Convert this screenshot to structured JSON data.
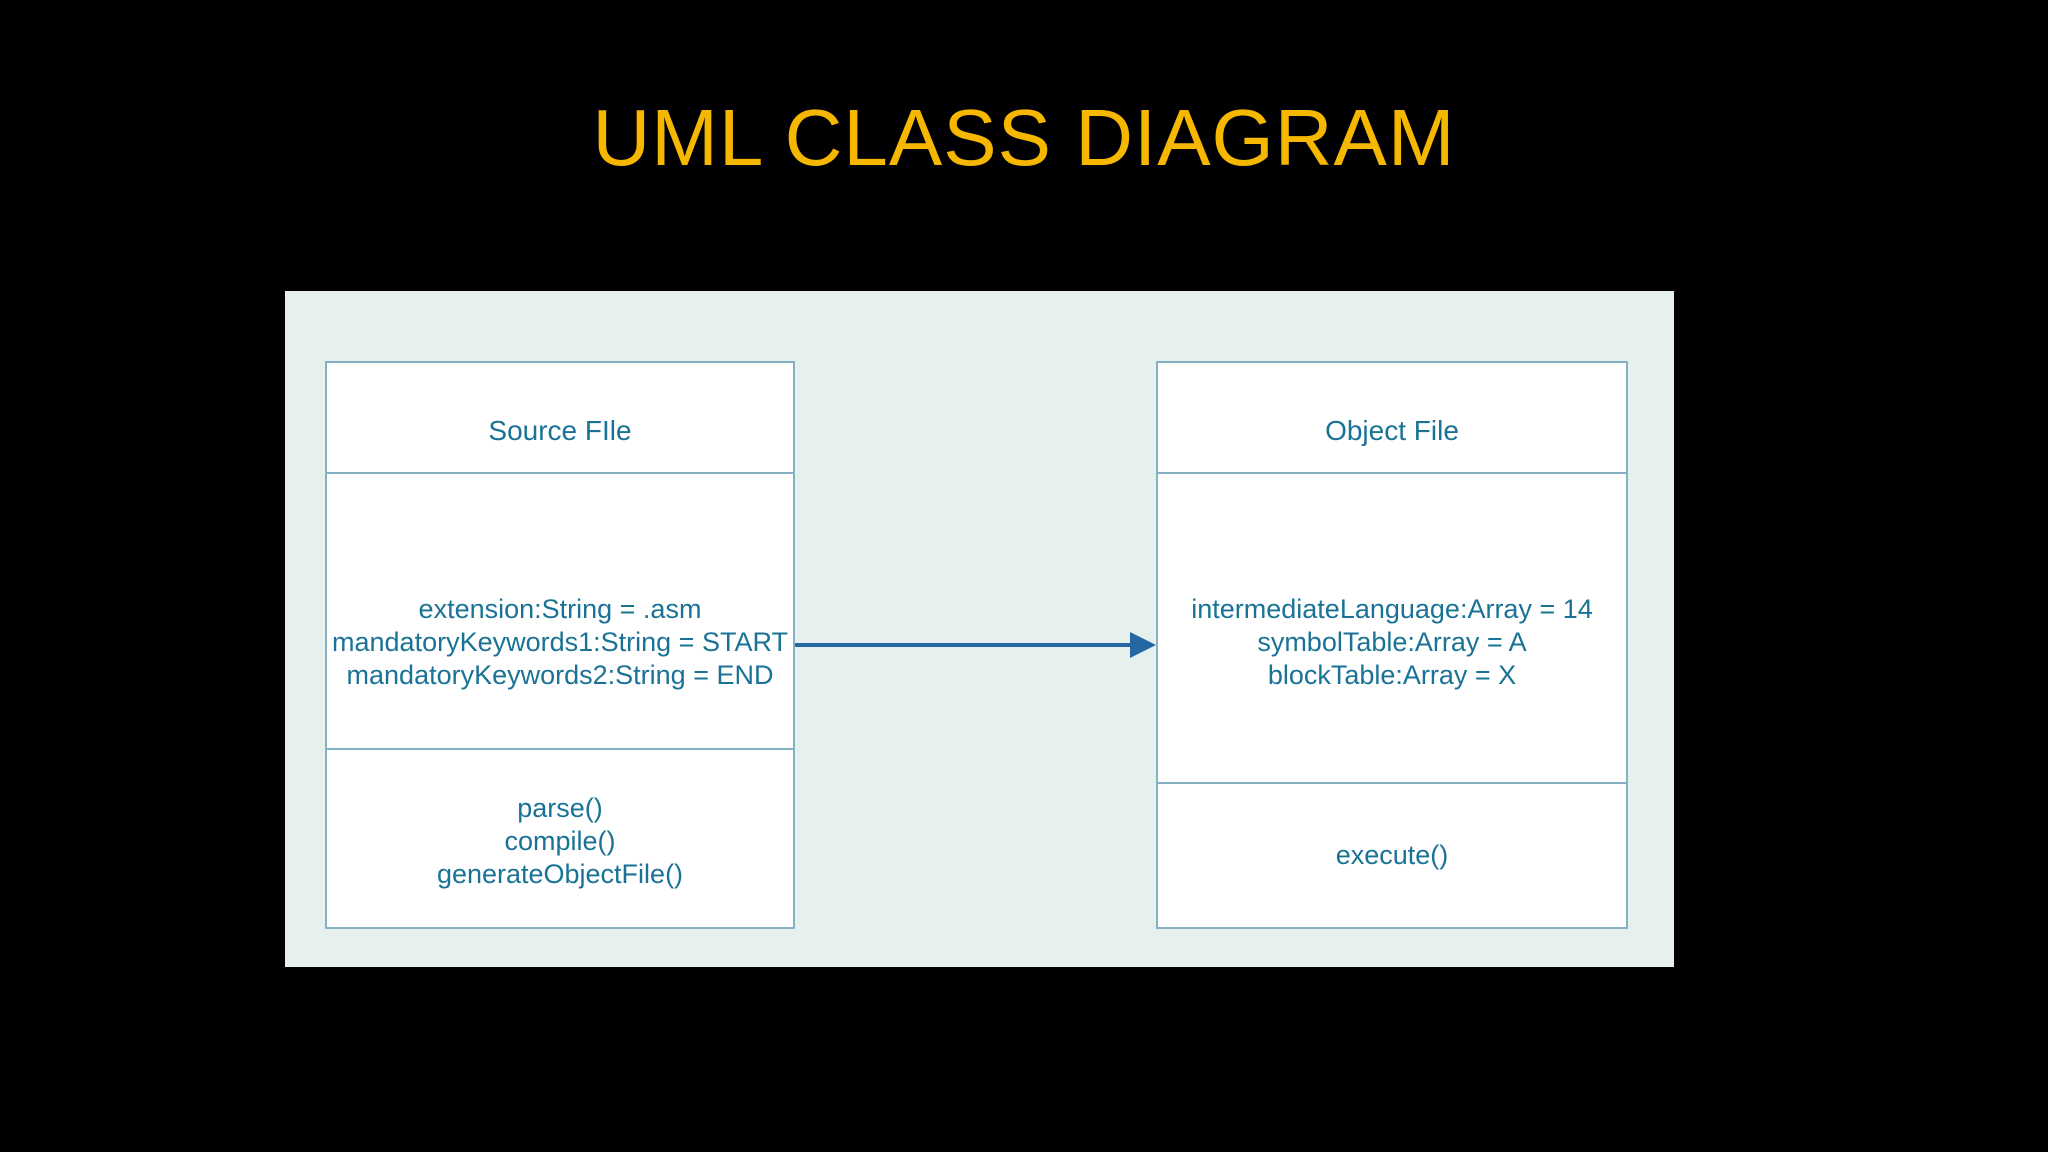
{
  "slide": {
    "background_color": "#000002",
    "title": {
      "text": "UML CLASS DIAGRAM",
      "color": "#F5B700"
    }
  },
  "diagram": {
    "panel_color": "#E6F0EC",
    "box_fill_color": "#FFFFFF",
    "box_border_color": "#84B2C4",
    "text_color": "#1A7396",
    "connector_color": "#2368A2",
    "classes": [
      {
        "name": "Source FIle",
        "attributes": [
          "extension:String = .asm",
          "mandatoryKeywords1:String = START",
          "mandatoryKeywords2:String = END"
        ],
        "methods": [
          "parse()",
          "compile()",
          "generateObjectFile()"
        ]
      },
      {
        "name": "Object File",
        "attributes": [
          "intermediateLanguage:Array = 14",
          "symbolTable:Array = A",
          "blockTable:Array = X"
        ],
        "methods": [
          "execute()"
        ]
      }
    ],
    "connector": {
      "type": "directed-association",
      "from": "Source FIle",
      "to": "Object File",
      "direction": "right"
    }
  }
}
